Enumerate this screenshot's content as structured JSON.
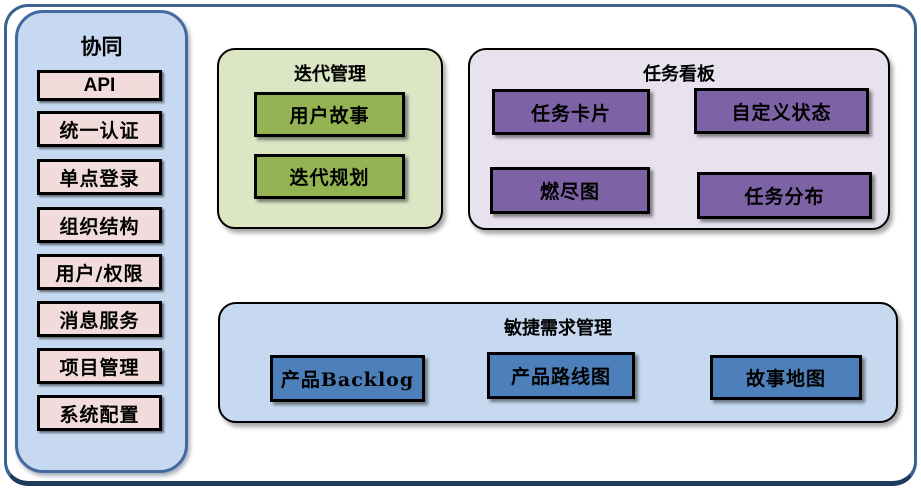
{
  "sidebar": {
    "title": "协同",
    "items": [
      "API",
      "统一认证",
      "单点登录",
      "组织结构",
      "用户/权限",
      "消息服务",
      "项目管理",
      "系统配置"
    ]
  },
  "groups": {
    "iteration": {
      "title": "迭代管理",
      "items": [
        "用户故事",
        "迭代规划"
      ]
    },
    "taskboard": {
      "title": "任务看板",
      "items": [
        "任务卡片",
        "自定义状态",
        "燃尽图",
        "任务分布"
      ]
    },
    "agile": {
      "title": "敏捷需求管理",
      "items": [
        "产品Backlog",
        "产品路线图",
        "故事地图"
      ]
    }
  },
  "colors": {
    "frame_border": "#3a6292",
    "frame_border_bottom": "#1e3a5f",
    "sidebar_fill": "#c6d9f1",
    "sidebar_border": "#44699f",
    "sidebar_item_fill": "#f2dcdb",
    "iteration_group_fill": "#dce6c5",
    "iteration_item_fill": "#94b352",
    "taskboard_group_fill": "#e7e2ee",
    "taskboard_item_fill": "#7d63a6",
    "agile_group_fill": "#c6d9f0",
    "agile_item_fill": "#4d7fba",
    "card_border": "#000000",
    "text": "#000000"
  }
}
